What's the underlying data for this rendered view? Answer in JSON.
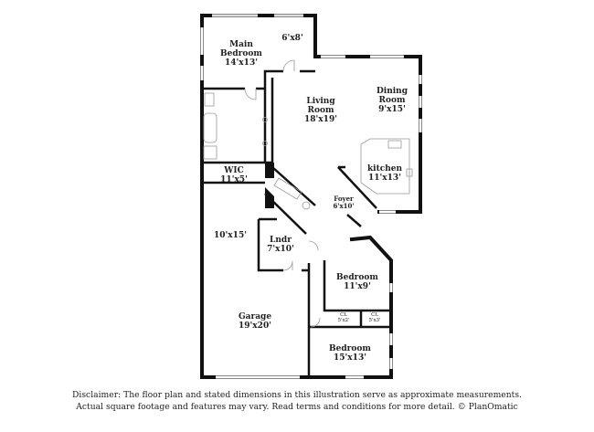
{
  "rooms": {
    "main_bedroom": {
      "name": "Main\nBedroom",
      "name_line1": "Main",
      "name_line2": "Bedroom",
      "dims": "14'x13'"
    },
    "closet_6x8": {
      "dims": "6'x8'"
    },
    "living_room": {
      "name_line1": "Living",
      "name_line2": "Room",
      "dims": "18'x19'"
    },
    "dining_room": {
      "name_line1": "Dining",
      "name_line2": "Room",
      "dims": "9'x15'"
    },
    "kitchen": {
      "name": "kitchen",
      "dims": "11'x13'"
    },
    "wic": {
      "name": "WIC",
      "dims": "11'x5'"
    },
    "foyer": {
      "name": "Foyer",
      "dims": "6'x10'"
    },
    "storage_10x15": {
      "dims": "10'x15'"
    },
    "laundry": {
      "name": "Lndr",
      "dims": "7'x10'"
    },
    "bedroom_2": {
      "name": "Bedroom",
      "dims": "11'x9'"
    },
    "closet_a": {
      "name": "CL",
      "dims": "5'x2'"
    },
    "closet_b": {
      "name": "CL",
      "dims": "5'x3'"
    },
    "garage": {
      "name": "Garage",
      "dims": "19'x20'"
    },
    "bedroom_3": {
      "name": "Bedroom",
      "dims": "15'x13'"
    }
  },
  "disclaimer": {
    "line1": "Disclaimer: The floor plan and stated dimensions in this illustration serve as approximate measurements.",
    "line2": "Actual square footage and features may vary. Read terms and conditions for more detail. © PlanOmatic"
  },
  "colors": {
    "wall": "#111111",
    "window": "#bbbbbb",
    "fixture": "#888888",
    "background": "#ffffff"
  }
}
